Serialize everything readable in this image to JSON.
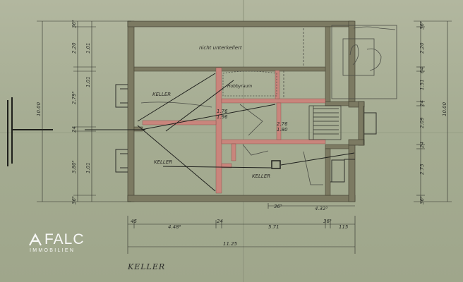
{
  "plan": {
    "floor_title": "KELLER",
    "colors": {
      "wall": "#7c7a62",
      "wall_edge": "#3d3a2c",
      "new_wall": "#c9857c",
      "paper": "#a9af95",
      "ink": "#2b2e2a"
    },
    "rooms": {
      "unexcavated": "nicht unterkellert",
      "keller_upper": "KELLER",
      "keller_lower": "KELLER",
      "keller_right": "KELLER",
      "small_room": "Hobbyraum"
    },
    "top_dimensions": [
      "45",
      "4.48⁵",
      "24",
      "5.71",
      "36⁵",
      "115"
    ],
    "overall_width": "11.25",
    "left_overall": "10.00",
    "right_overall": "10.00",
    "left_dimensions": [
      "36⁵",
      "2.20",
      "1.01",
      "2.79⁵",
      "1.01",
      "24",
      "3.80⁵",
      "1.01",
      "36⁵"
    ],
    "right_dimensions": [
      "36⁵",
      "2.20",
      "64",
      "1.51",
      "24",
      "2.09",
      "24",
      "2.75",
      "36⁵"
    ],
    "small_marks": [
      "36⁵",
      "4.32⁵",
      "1.76",
      "1.96",
      "2.76",
      "1.80"
    ]
  },
  "watermark": {
    "brand": "FALC",
    "sub": "IMMOBILIEN",
    "icon": "falc-logo-icon"
  }
}
